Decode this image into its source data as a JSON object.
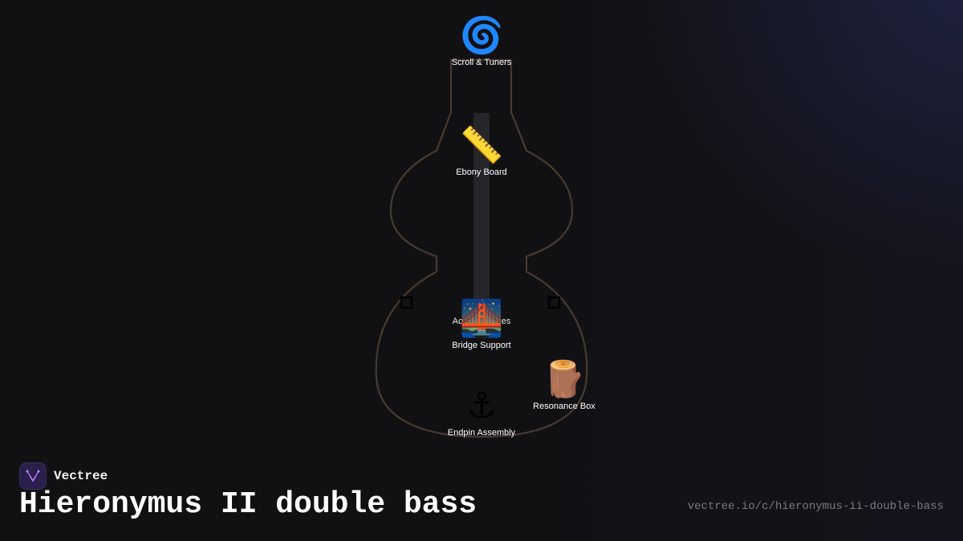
{
  "diagram": {
    "parts": [
      {
        "id": "scroll",
        "icon": "🌀",
        "icon_name": "cyclone-icon",
        "label": "Scroll & Tuners"
      },
      {
        "id": "ebony",
        "icon": "📏",
        "icon_name": "ruler-icon",
        "label": "Ebony Board"
      },
      {
        "id": "bridge",
        "icon": "🌉",
        "icon_name": "bridge-at-night-icon",
        "label": "Bridge Support"
      },
      {
        "id": "resonance",
        "icon": "🪵",
        "icon_name": "wood-log-icon",
        "label": "Resonance Box"
      },
      {
        "id": "endpin",
        "icon": "⚓",
        "icon_name": "anchor-icon",
        "label": "Endpin Assembly"
      }
    ],
    "obscured_label": "Acoustic Holes",
    "colors": {
      "outline": "#4a3a2c",
      "neck": "#26262a",
      "background": "#111114"
    }
  },
  "brand": {
    "name": "Vectree",
    "logo_icon": "vectree-logo-icon"
  },
  "title": "Hieronymus II double bass",
  "url": "vectree.io/c/hieronymus-ii-double-bass"
}
